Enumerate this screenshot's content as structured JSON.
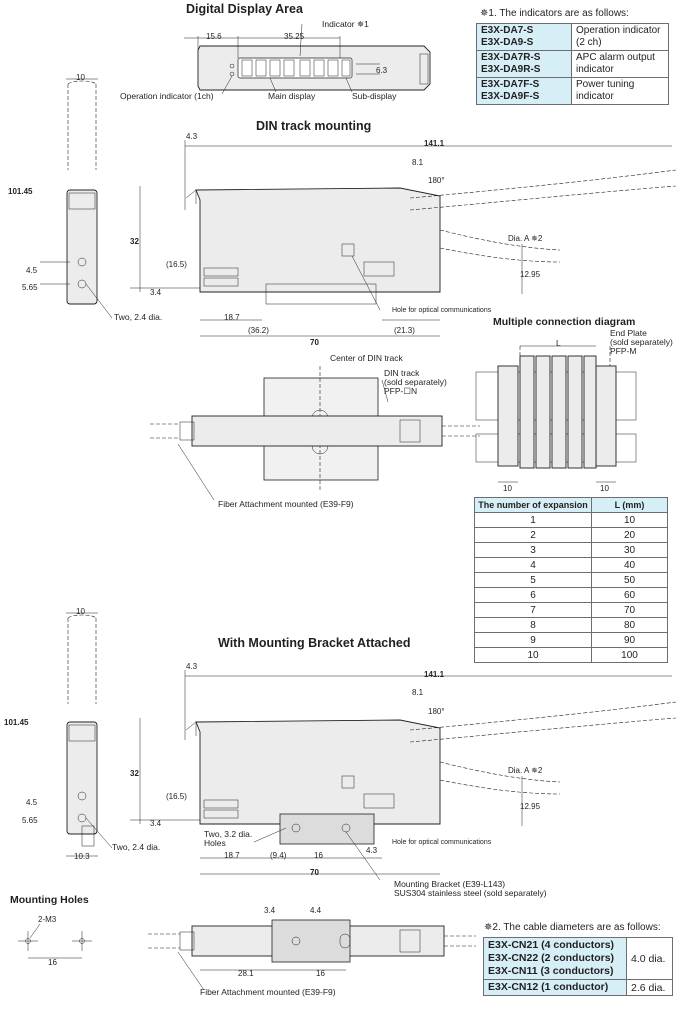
{
  "titles": {
    "digital_display": "Digital Display Area",
    "din_track": "DIN track mounting",
    "multiple": "Multiple connection diagram",
    "bracket": "With Mounting Bracket Attached",
    "mounting_holes": "Mounting Holes"
  },
  "display_labels": {
    "indicator": "Indicator ✵1",
    "operation_indicator": "Operation indicator (1ch)",
    "main_display": "Main display",
    "sub_display": "Sub-display"
  },
  "note1": {
    "title": "✵1. The indicators are as follows:",
    "rows": [
      {
        "model": "E3X-DA7-S\nE3X-DA9-S",
        "desc": "Operation indicator\n(2 ch)"
      },
      {
        "model": "E3X-DA7R-S\nE3X-DA9R-S",
        "desc": "APC alarm output\nindicator"
      },
      {
        "model": "E3X-DA7F-S\nE3X-DA9F-S",
        "desc": "Power tuning\nindicator"
      }
    ]
  },
  "dims": {
    "d15_6": "15.6",
    "d35_25": "35.25",
    "d6_3": "6.3",
    "d10": "10",
    "d101_45": "101.45",
    "d4_5": "4.5",
    "d5_65": "5.65",
    "d4_3": "4.3",
    "d141_1": "141.1",
    "d8_1": "8.1",
    "d180": "180°",
    "d32": "32",
    "d16_5": "(16.5)",
    "d3_4": "3.4",
    "d18_7": "18.7",
    "d36_2": "(36.2)",
    "d21_3": "(21.3)",
    "d70": "70",
    "d12_95": "12.95",
    "dia_a": "Dia. A ✵2",
    "d9_4": "(9.4)",
    "d16": "16",
    "d10_3": "10.3",
    "d28_1": "28.1",
    "d4_4": "4.4",
    "d2m3": "2-M3",
    "d10b": "10"
  },
  "labels": {
    "two_2_4": "Two, 2.4 dia.",
    "hole_optical": "Hole for optical communications",
    "center_din": "Center of DIN track",
    "din_track": "DIN track\n(sold separately)\nPFP-☐N",
    "fiber_attach": "Fiber Attachment mounted (E39-F9)",
    "end_plate": "End Plate\n(sold separately)\nPFP-M",
    "L": "L",
    "two_3_2": "Two, 3.2 dia.\nHoles",
    "bracket": "Mounting Bracket (E39-L143)\nSUS304 stainless steel (sold separately)"
  },
  "expansion": {
    "headers": [
      "The number of expansion",
      "L (mm)"
    ],
    "rows": [
      [
        "1",
        "10"
      ],
      [
        "2",
        "20"
      ],
      [
        "3",
        "30"
      ],
      [
        "4",
        "40"
      ],
      [
        "5",
        "50"
      ],
      [
        "6",
        "60"
      ],
      [
        "7",
        "70"
      ],
      [
        "8",
        "80"
      ],
      [
        "9",
        "90"
      ],
      [
        "10",
        "100"
      ]
    ]
  },
  "note2": {
    "title": "✵2. The cable diameters are as follows:",
    "rows": [
      {
        "model": "E3X-CN21 (4 conductors)\nE3X-CN22 (2 conductors)\nE3X-CN11 (3 conductors)",
        "dia": "4.0 dia."
      },
      {
        "model": "E3X-CN12 (1 conductor)",
        "dia": "2.6 dia."
      }
    ]
  }
}
